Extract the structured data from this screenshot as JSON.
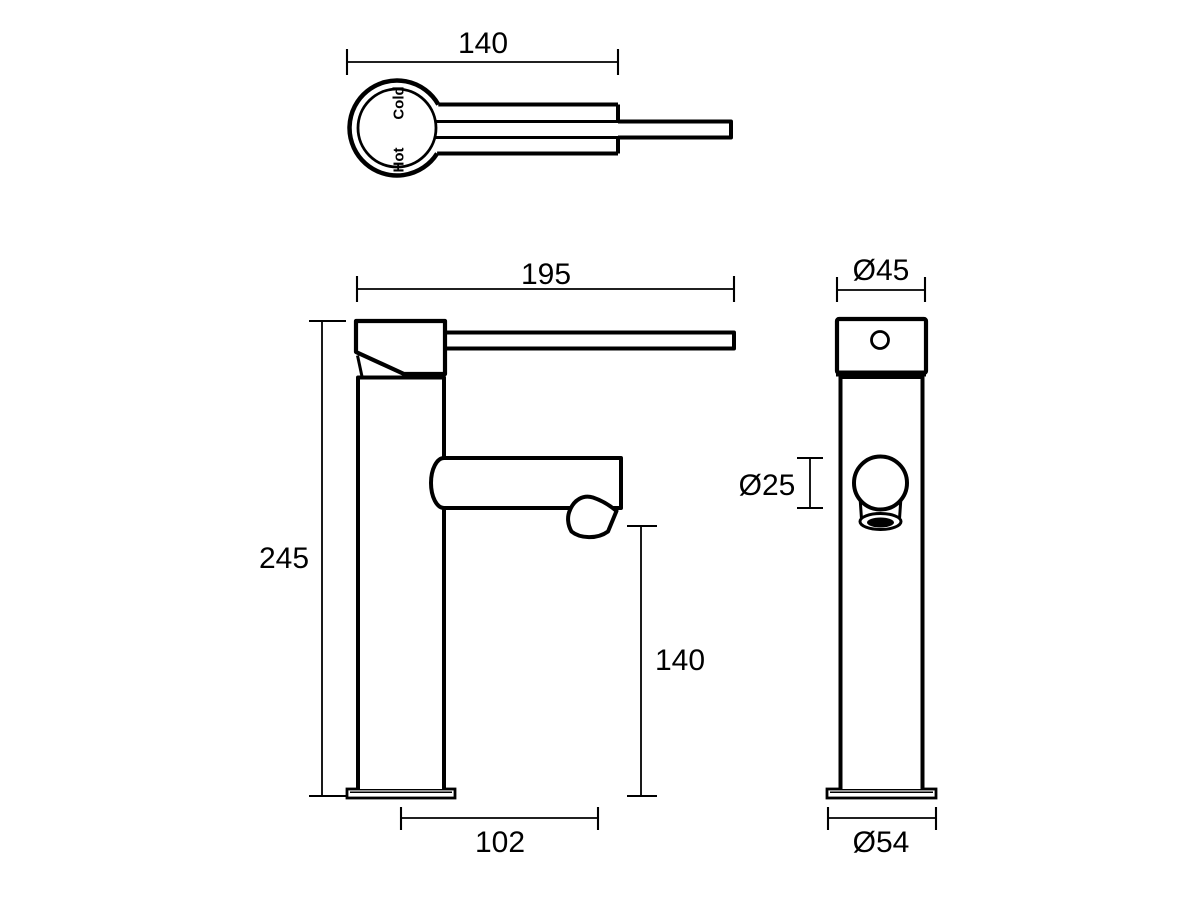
{
  "canvas": {
    "background": "#ffffff",
    "line_color": "#000000"
  },
  "views": {
    "top": {
      "width_dim": "140",
      "cold_label": "Cold",
      "hot_label": "Hot"
    },
    "front": {
      "width_dim": "195",
      "height_dim": "245",
      "outlet_height_dim": "140",
      "outlet_reach_dim": "102"
    },
    "side": {
      "body_diameter_dim": "Ø45",
      "outlet_diameter_dim": "Ø25",
      "base_diameter_dim": "Ø54"
    }
  }
}
